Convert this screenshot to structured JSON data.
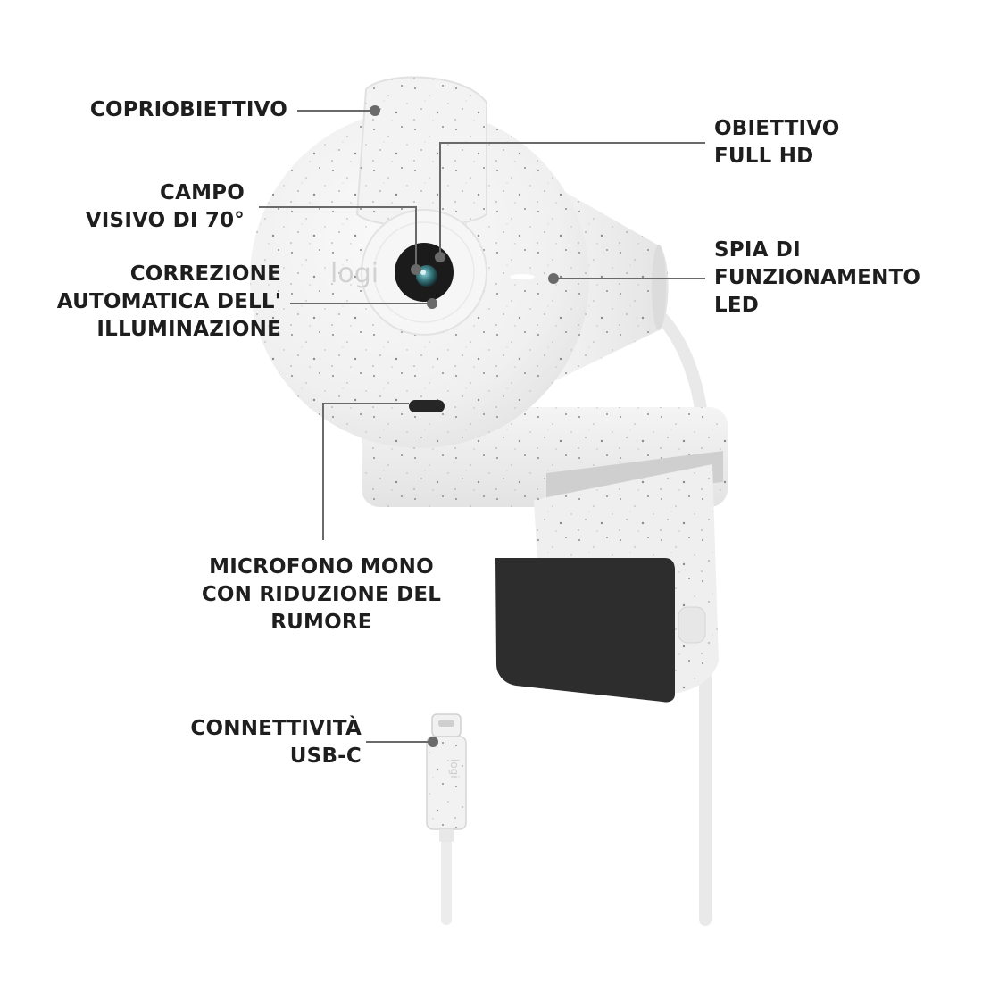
{
  "product": {
    "brand_logo": "logi",
    "colors": {
      "body": "#f1f1f1",
      "body_shadow": "#dedede",
      "speckle": "#9a9a9a",
      "lens_black": "#1b1b1b",
      "lens_glass": "#3d7f86",
      "clip_pad": "#2d2d2d",
      "leader_line": "#6a6a6a",
      "leader_dot": "#6a6a6a",
      "led": "#ffffff",
      "label_text": "#1e1e1e"
    }
  },
  "callouts": {
    "lens_cover": [
      "COPRIOBIETTIVO"
    ],
    "full_hd_lens": [
      "OBIETTIVO",
      "FULL HD"
    ],
    "field_of_view": [
      "CAMPO",
      "VISIVO DI 70°"
    ],
    "led_light": [
      "SPIA DI",
      "FUNZIONAMENTO",
      "LED"
    ],
    "auto_light_correction": [
      "CORREZIONE",
      "AUTOMATICA DELL'",
      "ILLUMINAZIONE"
    ],
    "mono_mic": [
      "MICROFONO MONO",
      "CON RIDUZIONE DEL",
      "RUMORE"
    ],
    "usb_c": [
      "CONNETTIVITÀ",
      "USB-C"
    ]
  }
}
